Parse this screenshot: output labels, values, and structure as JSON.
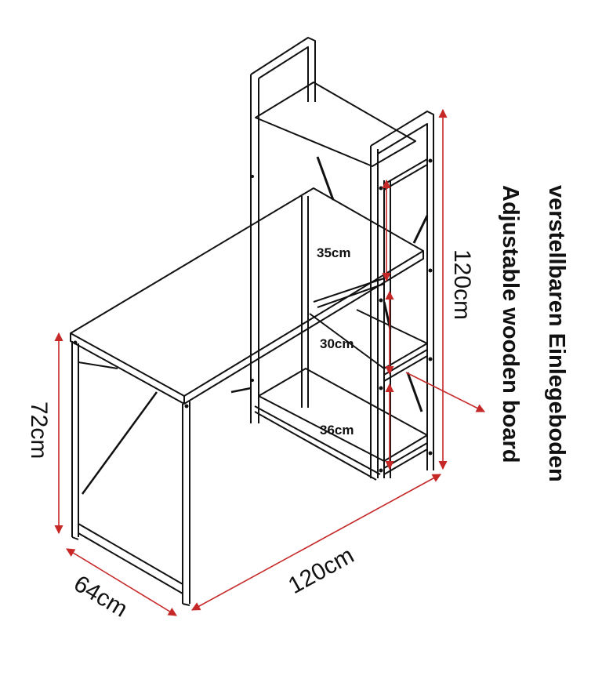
{
  "colors": {
    "line": "#111111",
    "arrow": "#c62828",
    "background": "#ffffff"
  },
  "dimensions": {
    "desk_height": "72cm",
    "desk_depth": "64cm",
    "desk_width": "120cm",
    "shelf_height": "120cm"
  },
  "shelf_spacing": [
    {
      "label": "35cm"
    },
    {
      "label": "30cm"
    },
    {
      "label": "36cm"
    }
  ],
  "side_text": {
    "german": "verstellbaren Einlegeboden",
    "english": "Adjustable wooden board"
  }
}
